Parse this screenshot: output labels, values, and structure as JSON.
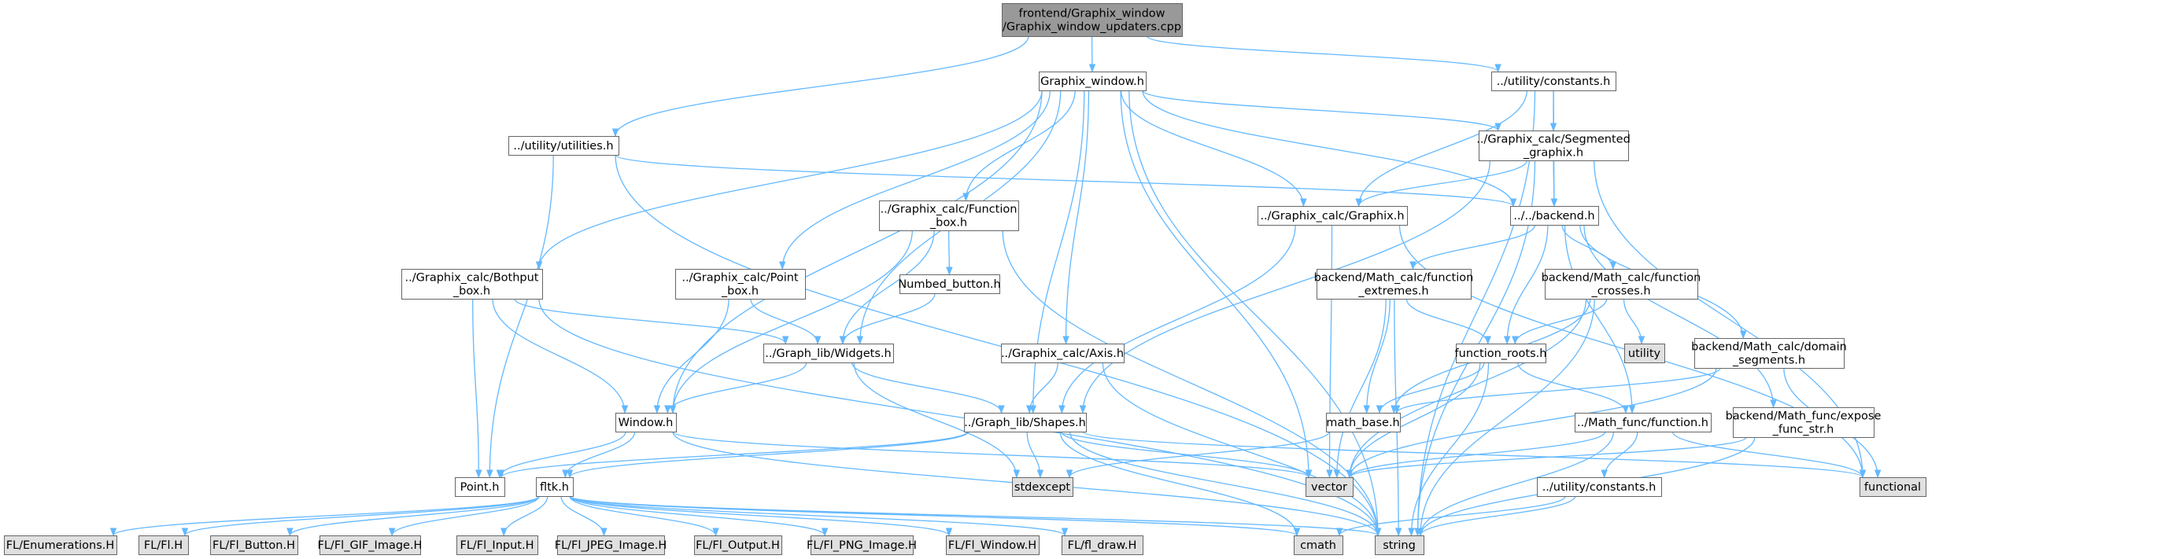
{
  "diagram": {
    "colors": {
      "root_fill": "#999999",
      "file_fill": "#ffffff",
      "system_fill": "#e0e0e0",
      "border": "#666666",
      "edge": "#63b8ff"
    },
    "nodes": [
      {
        "id": "root",
        "lines": [
          "frontend/Graphix_window",
          "/Graphix_window_updaters.cpp"
        ],
        "kind": "root"
      },
      {
        "id": "graphix_window_h",
        "lines": [
          "Graphix_window.h"
        ],
        "kind": "file"
      },
      {
        "id": "utility_constants_h",
        "lines": [
          "../utility/constants.h"
        ],
        "kind": "file"
      },
      {
        "id": "utility_utilities_h",
        "lines": [
          "../utility/utilities.h"
        ],
        "kind": "file"
      },
      {
        "id": "segmented_graphix_h",
        "lines": [
          "../Graphix_calc/Segmented",
          "_graphix.h"
        ],
        "kind": "file"
      },
      {
        "id": "backend_h",
        "lines": [
          "../../backend.h"
        ],
        "kind": "file"
      },
      {
        "id": "function_box_h",
        "lines": [
          "../Graphix_calc/Function",
          "_box.h"
        ],
        "kind": "file"
      },
      {
        "id": "graphix_h",
        "lines": [
          "../Graphix_calc/Graphix.h"
        ],
        "kind": "file"
      },
      {
        "id": "bothput_box_h",
        "lines": [
          "../Graphix_calc/Bothput",
          "_box.h"
        ],
        "kind": "file"
      },
      {
        "id": "point_box_h",
        "lines": [
          "../Graphix_calc/Point",
          "_box.h"
        ],
        "kind": "file"
      },
      {
        "id": "numbed_button_h",
        "lines": [
          "Numbed_button.h"
        ],
        "kind": "file"
      },
      {
        "id": "function_extremes_h",
        "lines": [
          "backend/Math_calc/function",
          "_extremes.h"
        ],
        "kind": "file"
      },
      {
        "id": "function_crosses_h",
        "lines": [
          "backend/Math_calc/function",
          "_crosses.h"
        ],
        "kind": "file"
      },
      {
        "id": "utility",
        "lines": [
          "utility"
        ],
        "kind": "system"
      },
      {
        "id": "widgets_h",
        "lines": [
          "../Graph_lib/Widgets.h"
        ],
        "kind": "file"
      },
      {
        "id": "axis_h",
        "lines": [
          "../Graphix_calc/Axis.h"
        ],
        "kind": "file"
      },
      {
        "id": "function_roots_h",
        "lines": [
          "function_roots.h"
        ],
        "kind": "file"
      },
      {
        "id": "domain_segments_h",
        "lines": [
          "backend/Math_calc/domain",
          "_segments.h"
        ],
        "kind": "file"
      },
      {
        "id": "window_h",
        "lines": [
          "Window.h"
        ],
        "kind": "file"
      },
      {
        "id": "shapes_h",
        "lines": [
          "../Graph_lib/Shapes.h"
        ],
        "kind": "file"
      },
      {
        "id": "math_base_h",
        "lines": [
          "math_base.h"
        ],
        "kind": "file"
      },
      {
        "id": "math_func_function_h",
        "lines": [
          "../Math_func/function.h"
        ],
        "kind": "file"
      },
      {
        "id": "expose_func_str_h",
        "lines": [
          "backend/Math_func/expose",
          "_func_str.h"
        ],
        "kind": "file"
      },
      {
        "id": "point_h",
        "lines": [
          "Point.h"
        ],
        "kind": "file"
      },
      {
        "id": "fltk_h",
        "lines": [
          "fltk.h"
        ],
        "kind": "file"
      },
      {
        "id": "stdexcept",
        "lines": [
          "stdexcept"
        ],
        "kind": "system"
      },
      {
        "id": "vector",
        "lines": [
          "vector"
        ],
        "kind": "system"
      },
      {
        "id": "functional",
        "lines": [
          "functional"
        ],
        "kind": "system"
      },
      {
        "id": "utility_constants_h_2",
        "lines": [
          "../utility/constants.h"
        ],
        "kind": "file"
      },
      {
        "id": "fl_enumerations_h",
        "lines": [
          "FL/Enumerations.H"
        ],
        "kind": "system"
      },
      {
        "id": "fl_h",
        "lines": [
          "FL/Fl.H"
        ],
        "kind": "system"
      },
      {
        "id": "fl_button_h",
        "lines": [
          "FL/Fl_Button.H"
        ],
        "kind": "system"
      },
      {
        "id": "fl_gif_image_h",
        "lines": [
          "FL/Fl_GIF_Image.H"
        ],
        "kind": "system"
      },
      {
        "id": "fl_input_h",
        "lines": [
          "FL/Fl_Input.H"
        ],
        "kind": "system"
      },
      {
        "id": "fl_jpeg_image_h",
        "lines": [
          "FL/Fl_JPEG_Image.H"
        ],
        "kind": "system"
      },
      {
        "id": "fl_output_h",
        "lines": [
          "FL/Fl_Output.H"
        ],
        "kind": "system"
      },
      {
        "id": "fl_png_image_h",
        "lines": [
          "FL/Fl_PNG_Image.H"
        ],
        "kind": "system"
      },
      {
        "id": "fl_window_h",
        "lines": [
          "FL/Fl_Window.H"
        ],
        "kind": "system"
      },
      {
        "id": "fl_draw_h",
        "lines": [
          "FL/fl_draw.H"
        ],
        "kind": "system"
      },
      {
        "id": "cmath",
        "lines": [
          "cmath"
        ],
        "kind": "system"
      },
      {
        "id": "string",
        "lines": [
          "string"
        ],
        "kind": "system"
      }
    ],
    "edges": [
      [
        "root",
        "graphix_window_h"
      ],
      [
        "root",
        "utility_constants_h"
      ],
      [
        "root",
        "utility_utilities_h"
      ],
      [
        "graphix_window_h",
        "segmented_graphix_h"
      ],
      [
        "graphix_window_h",
        "backend_h"
      ],
      [
        "graphix_window_h",
        "function_box_h"
      ],
      [
        "graphix_window_h",
        "graphix_h"
      ],
      [
        "graphix_window_h",
        "bothput_box_h"
      ],
      [
        "graphix_window_h",
        "point_box_h"
      ],
      [
        "graphix_window_h",
        "widgets_h"
      ],
      [
        "graphix_window_h",
        "axis_h"
      ],
      [
        "graphix_window_h",
        "window_h"
      ],
      [
        "graphix_window_h",
        "shapes_h"
      ],
      [
        "graphix_window_h",
        "vector"
      ],
      [
        "graphix_window_h",
        "string"
      ],
      [
        "utility_constants_h",
        "segmented_graphix_h"
      ],
      [
        "utility_constants_h",
        "backend_h"
      ],
      [
        "utility_constants_h",
        "graphix_h"
      ],
      [
        "utility_constants_h",
        "string"
      ],
      [
        "utility_utilities_h",
        "backend_h"
      ],
      [
        "utility_utilities_h",
        "point_h"
      ],
      [
        "utility_utilities_h",
        "string"
      ],
      [
        "segmented_graphix_h",
        "graphix_h"
      ],
      [
        "segmented_graphix_h",
        "backend_h"
      ],
      [
        "segmented_graphix_h",
        "shapes_h"
      ],
      [
        "segmented_graphix_h",
        "functional"
      ],
      [
        "segmented_graphix_h",
        "string"
      ],
      [
        "backend_h",
        "function_extremes_h"
      ],
      [
        "backend_h",
        "function_crosses_h"
      ],
      [
        "backend_h",
        "function_roots_h"
      ],
      [
        "backend_h",
        "domain_segments_h"
      ],
      [
        "backend_h",
        "math_func_function_h"
      ],
      [
        "backend_h",
        "expose_func_str_h"
      ],
      [
        "function_box_h",
        "numbed_button_h"
      ],
      [
        "function_box_h",
        "widgets_h"
      ],
      [
        "function_box_h",
        "window_h"
      ],
      [
        "function_box_h",
        "string"
      ],
      [
        "graphix_h",
        "shapes_h"
      ],
      [
        "graphix_h",
        "vector"
      ],
      [
        "graphix_h",
        "functional"
      ],
      [
        "bothput_box_h",
        "widgets_h"
      ],
      [
        "bothput_box_h",
        "window_h"
      ],
      [
        "bothput_box_h",
        "point_h"
      ],
      [
        "bothput_box_h",
        "string"
      ],
      [
        "point_box_h",
        "widgets_h"
      ],
      [
        "point_box_h",
        "window_h"
      ],
      [
        "numbed_button_h",
        "widgets_h"
      ],
      [
        "function_extremes_h",
        "function_roots_h"
      ],
      [
        "function_extremes_h",
        "math_base_h"
      ],
      [
        "function_extremes_h",
        "vector"
      ],
      [
        "function_extremes_h",
        "string"
      ],
      [
        "function_crosses_h",
        "utility"
      ],
      [
        "function_crosses_h",
        "function_roots_h"
      ],
      [
        "function_crosses_h",
        "math_base_h"
      ],
      [
        "function_crosses_h",
        "vector"
      ],
      [
        "function_crosses_h",
        "string"
      ],
      [
        "widgets_h",
        "window_h"
      ],
      [
        "widgets_h",
        "shapes_h"
      ],
      [
        "widgets_h",
        "stdexcept"
      ],
      [
        "axis_h",
        "shapes_h"
      ],
      [
        "axis_h",
        "string"
      ],
      [
        "function_roots_h",
        "math_base_h"
      ],
      [
        "function_roots_h",
        "math_func_function_h"
      ],
      [
        "function_roots_h",
        "vector"
      ],
      [
        "function_roots_h",
        "string"
      ],
      [
        "domain_segments_h",
        "math_base_h"
      ],
      [
        "domain_segments_h",
        "vector"
      ],
      [
        "domain_segments_h",
        "functional"
      ],
      [
        "window_h",
        "point_h"
      ],
      [
        "window_h",
        "fltk_h"
      ],
      [
        "window_h",
        "vector"
      ],
      [
        "window_h",
        "string"
      ],
      [
        "shapes_h",
        "point_h"
      ],
      [
        "shapes_h",
        "fltk_h"
      ],
      [
        "shapes_h",
        "stdexcept"
      ],
      [
        "shapes_h",
        "vector"
      ],
      [
        "shapes_h",
        "functional"
      ],
      [
        "shapes_h",
        "string"
      ],
      [
        "shapes_h",
        "cmath"
      ],
      [
        "math_base_h",
        "stdexcept"
      ],
      [
        "math_func_function_h",
        "utility_constants_h_2"
      ],
      [
        "math_func_function_h",
        "vector"
      ],
      [
        "math_func_function_h",
        "functional"
      ],
      [
        "math_func_function_h",
        "string"
      ],
      [
        "expose_func_str_h",
        "vector"
      ],
      [
        "expose_func_str_h",
        "string"
      ],
      [
        "utility_constants_h_2",
        "cmath"
      ],
      [
        "utility_constants_h_2",
        "string"
      ],
      [
        "fltk_h",
        "fl_enumerations_h"
      ],
      [
        "fltk_h",
        "fl_h"
      ],
      [
        "fltk_h",
        "fl_button_h"
      ],
      [
        "fltk_h",
        "fl_gif_image_h"
      ],
      [
        "fltk_h",
        "fl_input_h"
      ],
      [
        "fltk_h",
        "fl_jpeg_image_h"
      ],
      [
        "fltk_h",
        "fl_output_h"
      ],
      [
        "fltk_h",
        "fl_png_image_h"
      ],
      [
        "fltk_h",
        "fl_window_h"
      ],
      [
        "fltk_h",
        "fl_draw_h"
      ],
      [
        "fltk_h",
        "cmath"
      ],
      [
        "fltk_h",
        "string"
      ]
    ]
  }
}
